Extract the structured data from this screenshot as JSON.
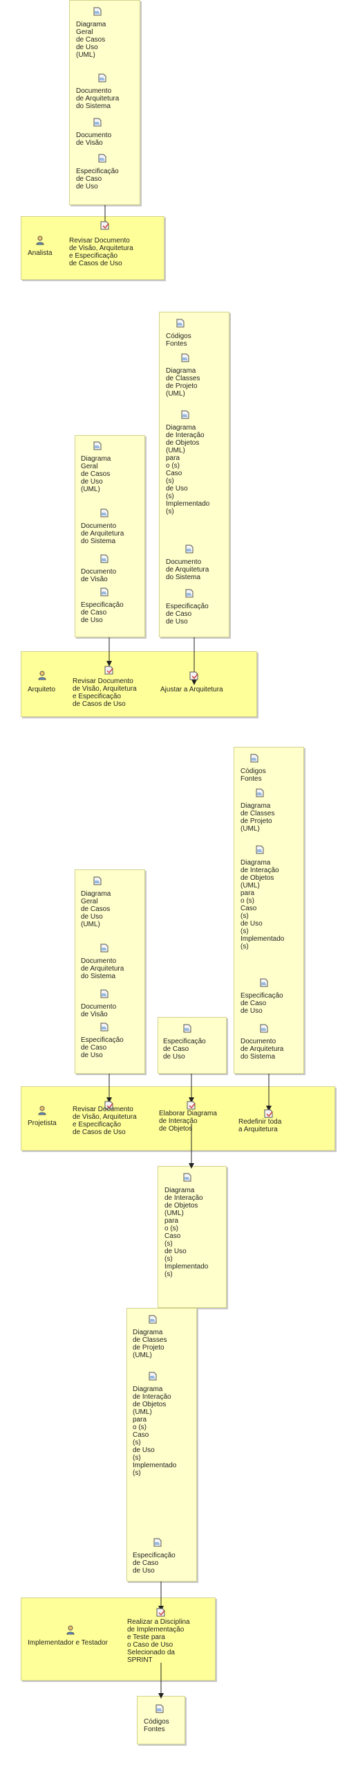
{
  "labels": {
    "diag_geral": "Diagrama\nGeral\nde Casos\nde Uso\n(UML)",
    "doc_arq": "Documento\nde Arquitetura\ndo Sistema",
    "doc_visao": "Documento\nde Visão",
    "espec_caso": "Especificação\nde Caso\nde Uso",
    "cod_fontes": "Códigos\nFontes",
    "diag_classes": "Diagrama\nde Classes\nde Projeto\n(UML)",
    "diag_interacao": "Diagrama\nde Interação\nde Objetos\n(UML)\npara\no (s)\nCaso\n(s)\nde Uso\n(s)\nImplementado\n(s)",
    "role_analista": "Analista",
    "role_arquiteto": "Arquiteto",
    "role_projetista": "Projetista",
    "role_impl": "Implementador e Testador",
    "act_revisar": "Revisar Documento\nde Visão, Arquitetura\ne Especificação\nde Casos de Uso",
    "act_ajustar": "Ajustar a Arquitetura",
    "act_elaborar": "Elaborar Diagrama\nde Interação\nde Objetos",
    "act_redefinir": "Redefinir toda\na Arquitetura",
    "act_realizar": "Realizar a Disciplina\nde Implementação\ne Teste para\no Caso de Uso\nSelecionado da\nSPRINT"
  }
}
